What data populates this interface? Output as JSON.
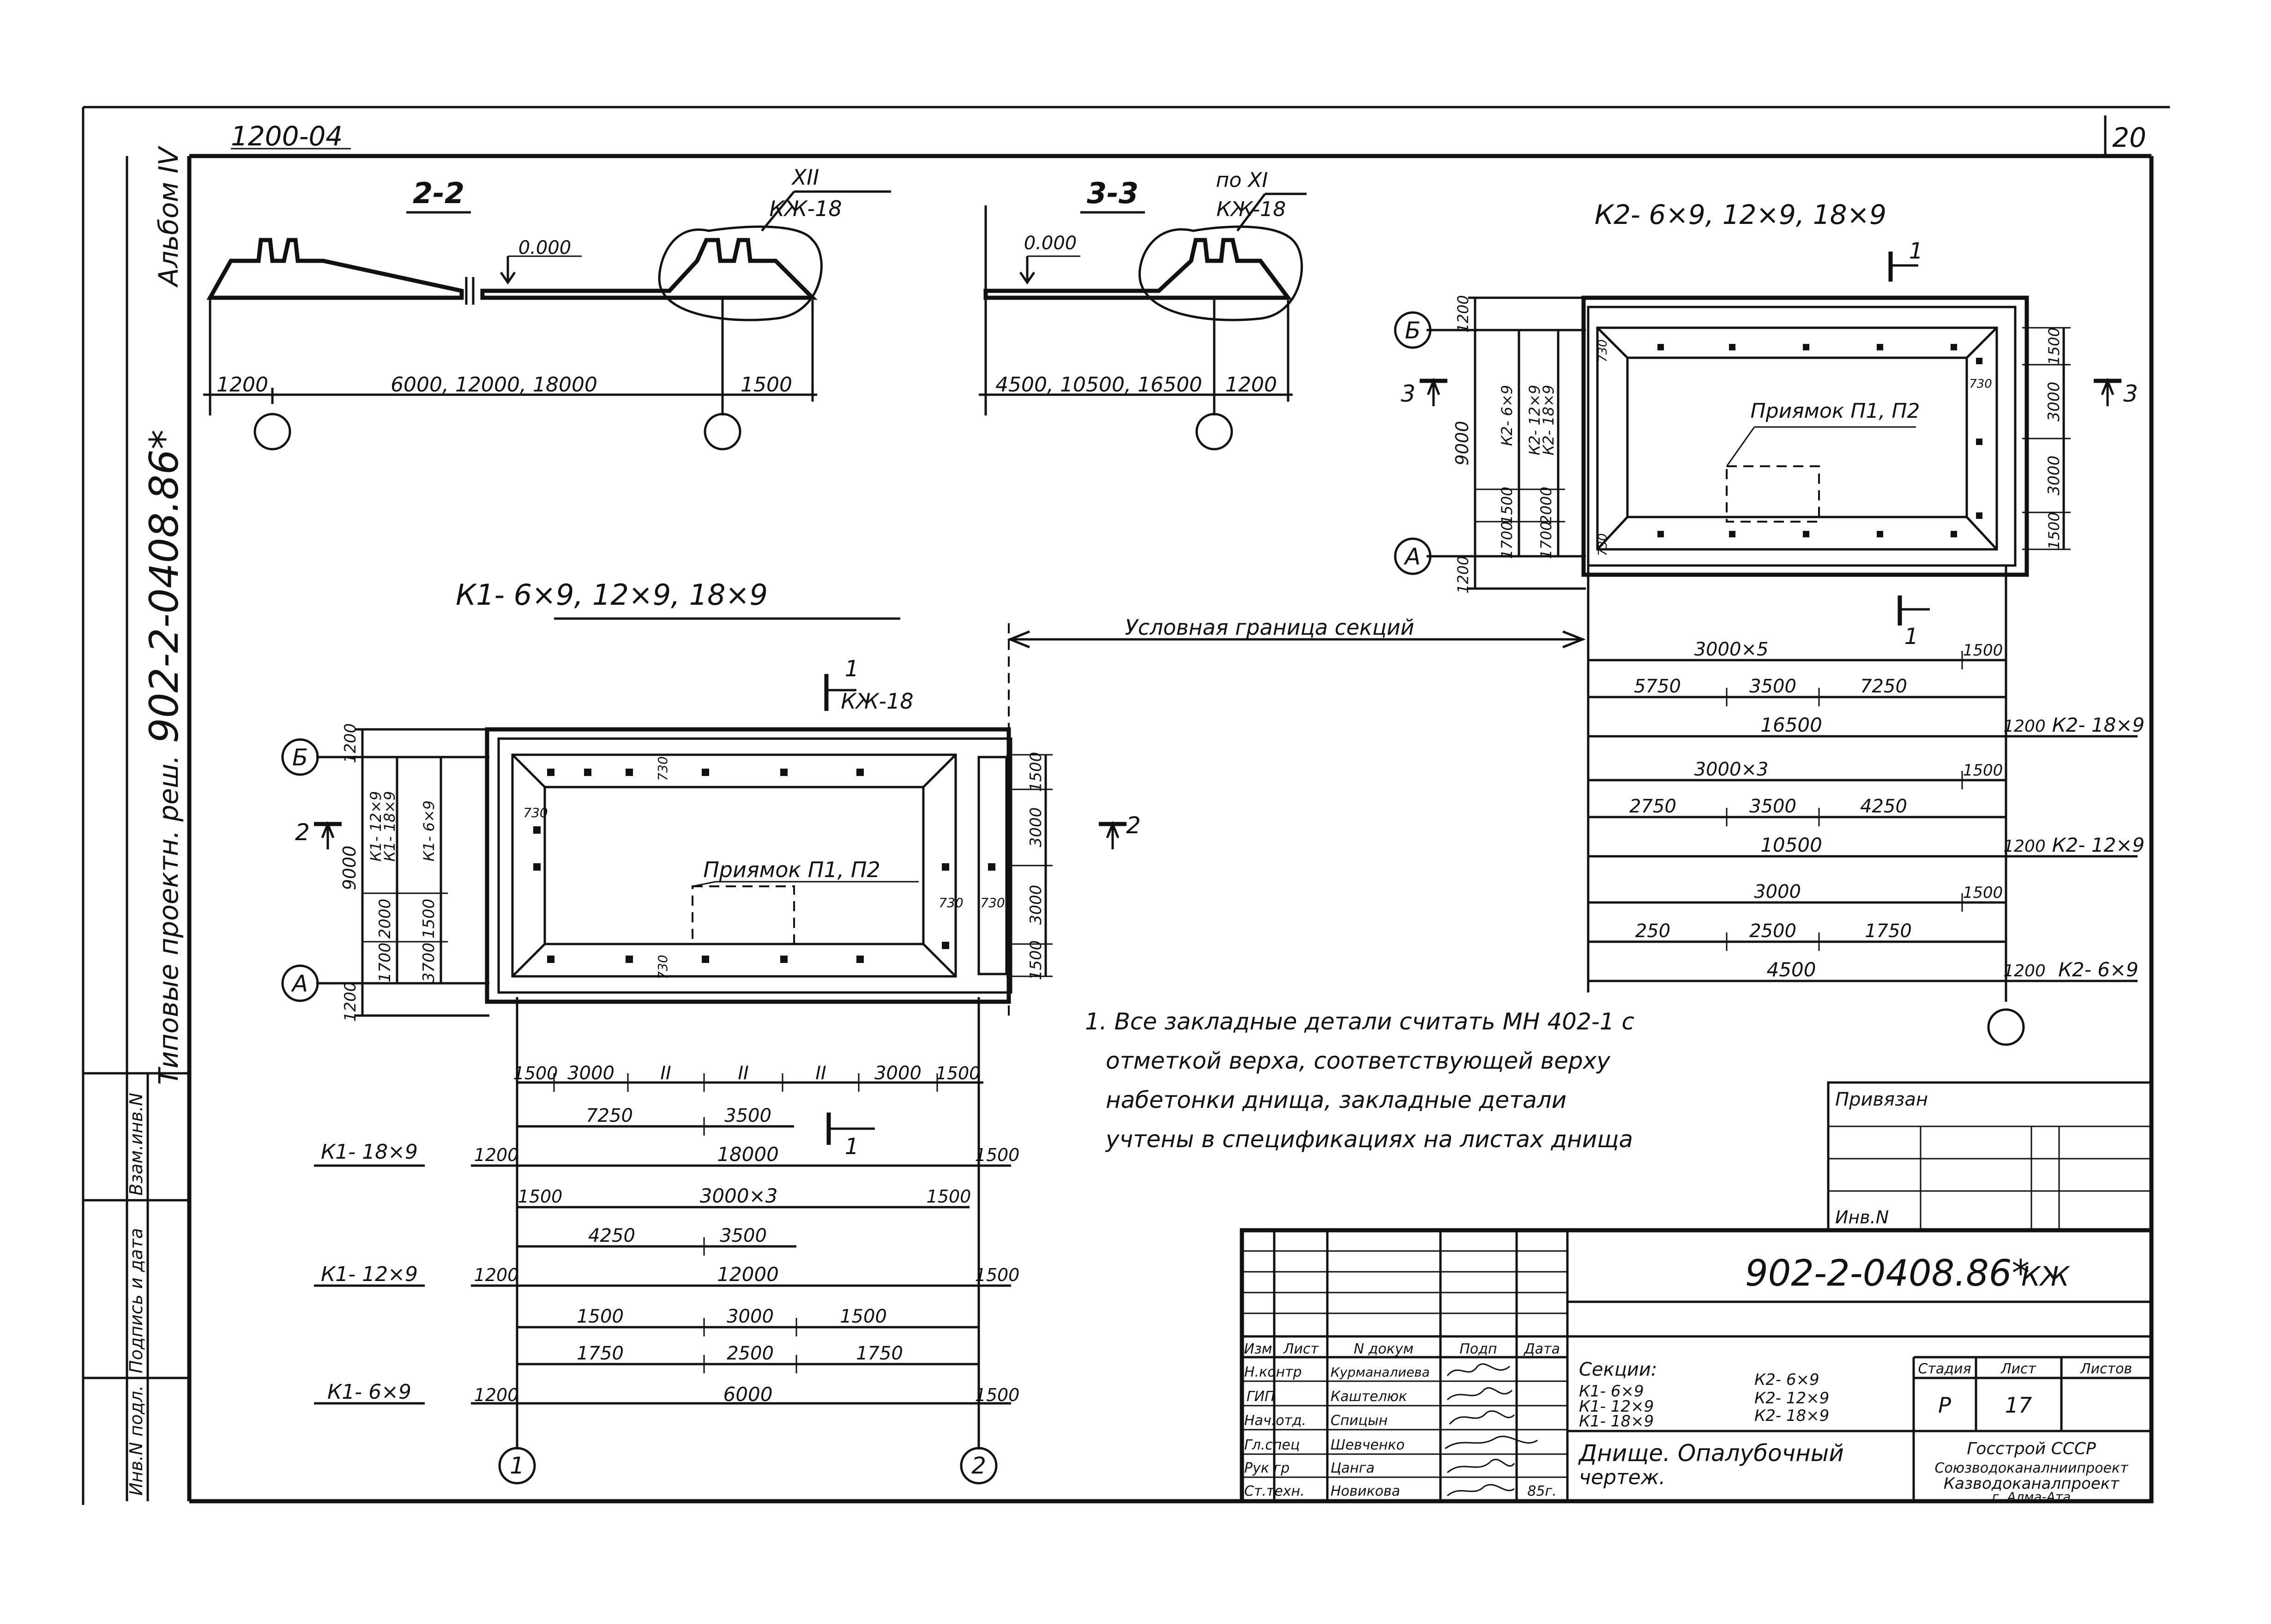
{
  "header": {
    "top_code": "1200-04",
    "sheet_number": "20",
    "album": "Альбом IV",
    "series_vertical": "Типовые проектн. реш.",
    "project_code_vertical": "902-2-0408.86*"
  },
  "section_2_2": {
    "title": "2-2",
    "callout_num": "XII",
    "callout_code": "КЖ-18",
    "level": "0.000",
    "dims": [
      "1200",
      "6000, 12000, 18000",
      "1500"
    ]
  },
  "section_3_3": {
    "title": "3-3",
    "callout_num": "по XI",
    "callout_code": "КЖ-18",
    "level": "0.000",
    "dims": [
      "4500, 10500, 16500",
      "1200"
    ]
  },
  "plan_k1": {
    "title": "К1- 6×9, 12×9, 18×9",
    "cut_num": "1",
    "cut_code": "КЖ-18",
    "cut_2": "2",
    "axis_b": "Б",
    "axis_a": "А",
    "pit": "Приямок П1, П2",
    "dims_left": [
      "1200",
      "9000",
      "1700",
      "2000",
      "1500",
      "3700",
      "1200"
    ],
    "dims_left_k": [
      "К1- 12×9",
      "К1- 18×9",
      "К1- 6×9"
    ],
    "dims_right": [
      "1500",
      "3000",
      "3000",
      "1500"
    ],
    "marks": [
      "730",
      "730",
      "730",
      "730",
      "730"
    ],
    "row_top": [
      "1500",
      "3000",
      "II",
      "II",
      "II",
      "3000",
      "1500"
    ],
    "row_2": [
      "7250",
      "3500"
    ],
    "k18": {
      "label": "К1- 18×9",
      "left": "1200",
      "total": "18000",
      "right": "1500"
    },
    "row_3000x3": [
      "1500",
      "3000×3",
      "1500"
    ],
    "row_4250": [
      "4250",
      "3500"
    ],
    "k12": {
      "label": "К1- 12×9",
      "left": "1200",
      "total": "12000",
      "right": "1500"
    },
    "row_1500": [
      "1500",
      "3000",
      "1500"
    ],
    "row_1750": [
      "1750",
      "2500",
      "1750"
    ],
    "k6": {
      "label": "К1- 6×9",
      "left": "1200",
      "total": "6000",
      "right": "1500"
    },
    "axis_1": "1",
    "axis_2": "2"
  },
  "boundary_label": "Условная граница секций",
  "plan_k2": {
    "title": "К2- 6×9, 12×9, 18×9",
    "cut_num": "1",
    "cut_3": "3",
    "axis_b": "Б",
    "axis_a": "А",
    "pit": "Приямок П1, П2",
    "dims_left": [
      "1200",
      "9000",
      "1700",
      "1500",
      "1700",
      "2000",
      "1200"
    ],
    "dims_left_k": [
      "К2- 6×9",
      "К2- 12×9",
      "К2- 18×9"
    ],
    "dims_right": [
      "1500",
      "3000",
      "3000",
      "1500"
    ],
    "marks": [
      "730",
      "730",
      "730"
    ],
    "k18_rows": [
      [
        "3000×5",
        "1500"
      ],
      [
        "5750",
        "3500",
        "7250"
      ],
      [
        "16500",
        "1200",
        "К2- 18×9"
      ]
    ],
    "k12_rows": [
      [
        "3000×3",
        "1500"
      ],
      [
        "2750",
        "3500",
        "4250"
      ],
      [
        "10500",
        "1200",
        "К2- 12×9"
      ]
    ],
    "k6_rows": [
      [
        "3000",
        "1500"
      ],
      [
        "250",
        "2500",
        "1750"
      ],
      [
        "4500",
        "1200",
        "К2- 6×9"
      ]
    ]
  },
  "notes": [
    "1. Все закладные детали считать МН 402-1 с",
    "отметкой верха, соответствующей верху",
    "набетонки днища, закладные детали",
    "учтены в спецификациях на листах днища"
  ],
  "bind_block": {
    "title": "Привязан",
    "inv": "Инв.N"
  },
  "left_strip": [
    "Инв.N подл.",
    "Подпись и дата",
    "Взам.инв.N"
  ],
  "title_block": {
    "code": "902-2-0408.86*",
    "mark": "КЖ",
    "head": [
      "Изм",
      "Лист",
      "N докум",
      "Подп",
      "Дата"
    ],
    "people": [
      [
        "Н.контр",
        "Курманалиева"
      ],
      [
        "ГИП",
        "Каштелюк"
      ],
      [
        "Нач.отд.",
        "Спицын"
      ],
      [
        "Гл.спец",
        "Шевченко"
      ],
      [
        "Рук гр",
        "Цанга"
      ],
      [
        "Ст.техн.",
        "Новикова"
      ]
    ],
    "year": "85г.",
    "sections_title": "Секции:",
    "sections_k1": [
      "К1- 6×9",
      "К1- 12×9",
      "К1- 18×9"
    ],
    "sections_k2": [
      "К2- 6×9",
      "К2- 12×9",
      "К2- 18×9"
    ],
    "stage_h": "Стадия",
    "sheet_h": "Лист",
    "sheets_h": "Листов",
    "stage": "Р",
    "sheet": "17",
    "drawing_title_1": "Днище. Опалубочный",
    "drawing_title_2": "чертеж.",
    "org_1": "Госстрой СССР",
    "org_2": "Союзводоканалниипроект",
    "org_3": "Казводоканалпроект",
    "org_4": "г. Алма-Ата"
  }
}
